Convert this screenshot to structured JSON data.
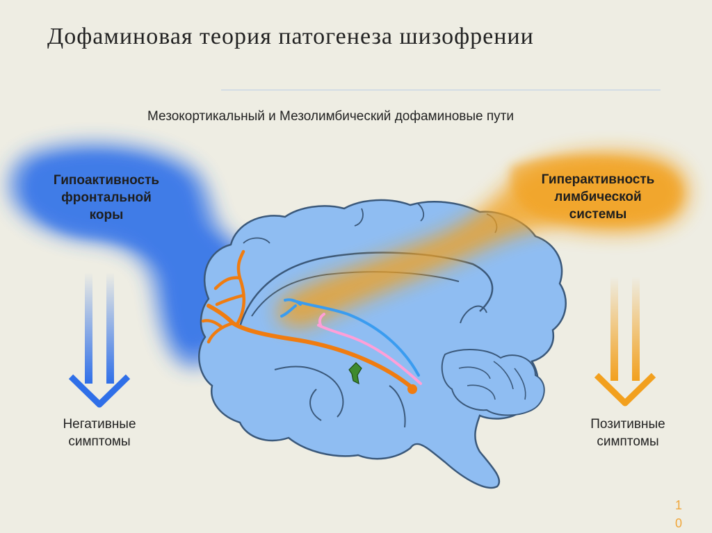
{
  "title": "Дофаминовая теория патогенеза шизофрении",
  "subtitle": "Мезокортикальный и Мезолимбический дофаминовые пути",
  "left_region": {
    "lines": [
      "Гипоактивность",
      "фронтальной",
      "коры"
    ],
    "color": "#2f6fe8"
  },
  "right_region": {
    "lines": [
      "Гиперактивность",
      "лимбической",
      "системы"
    ],
    "color": "#f2a01e"
  },
  "left_outcome": {
    "lines": [
      "Негативные",
      "симптомы"
    ]
  },
  "right_outcome": {
    "lines": [
      "Позитивные",
      "симптомы"
    ]
  },
  "page_number_chars": [
    "1",
    "0"
  ],
  "colors": {
    "brain_fill": "#8fbdf2",
    "brain_outline": "#3a587a",
    "mesocortical_path": "#f07c10",
    "mesolimbic_path_blue": "#3a9cf0",
    "mesolimbic_path_pink": "#ff9fd8",
    "accent_green": "#3e8a2e"
  }
}
